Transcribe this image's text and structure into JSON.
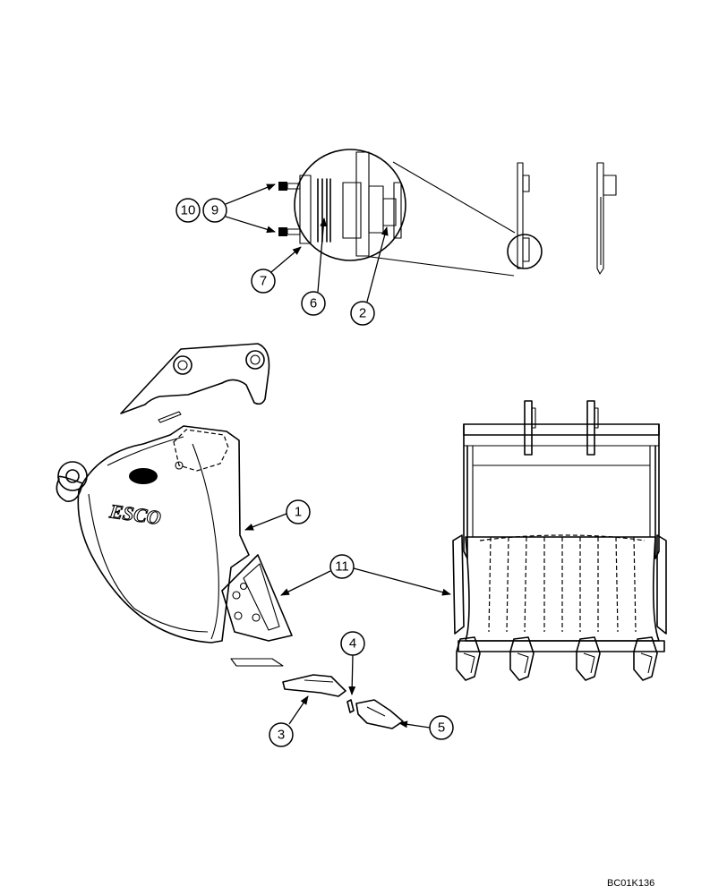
{
  "diagram": {
    "callouts": {
      "c1": "1",
      "c2": "2",
      "c3": "3",
      "c4": "4",
      "c5": "5",
      "c6": "6",
      "c7": "7",
      "c9": "9",
      "c10": "10",
      "c11": "11"
    },
    "drawing_code": "BC01K136",
    "logo_text": "ESCO"
  }
}
